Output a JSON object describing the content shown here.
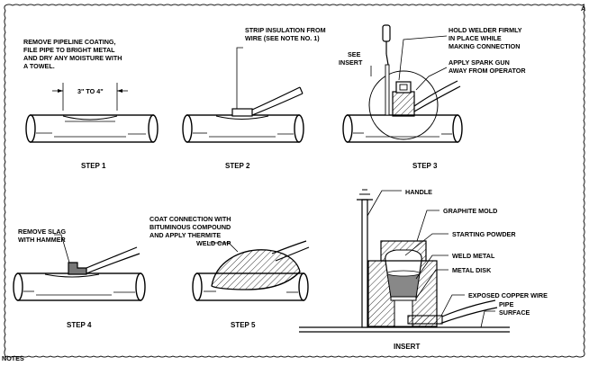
{
  "diagram": {
    "step1": {
      "note": [
        "REMOVE PIPELINE COATING,",
        "FILE PIPE TO BRIGHT METAL",
        "AND DRY ANY MOISTURE WITH",
        "A TOWEL."
      ],
      "dimension": "3\" TO 4\"",
      "label": "STEP 1"
    },
    "step2": {
      "note": [
        "STRIP INSULATION FROM",
        "WIRE (SEE NOTE NO. 1)"
      ],
      "label": "STEP 2"
    },
    "step3": {
      "note_welder": [
        "HOLD WELDER FIRMLY",
        "IN PLACE WHILE",
        "MAKING CONNECTION"
      ],
      "note_insert": [
        "SEE",
        "INSERT"
      ],
      "note_spark": [
        "APPLY SPARK GUN",
        "AWAY FROM OPERATOR"
      ],
      "label": "STEP 3"
    },
    "step4": {
      "note": [
        "REMOVE SLAG",
        "WITH HAMMER"
      ],
      "label": "STEP 4"
    },
    "step5": {
      "note": [
        "COAT CONNECTION WITH",
        "BITUMINOUS COMPOUND",
        "AND APPLY THERMITE",
        "WELD CAP"
      ],
      "label": "STEP 5"
    },
    "insert": {
      "callouts": [
        "HANDLE",
        "GRAPHITE MOLD",
        "STARTING POWDER",
        "WELD METAL",
        "METAL DISK",
        "EXPOSED COPPER WIRE",
        "PIPE",
        "SURFACE"
      ],
      "label": "INSERT"
    },
    "notes_heading": "NOTES",
    "corner_mark": "A"
  }
}
